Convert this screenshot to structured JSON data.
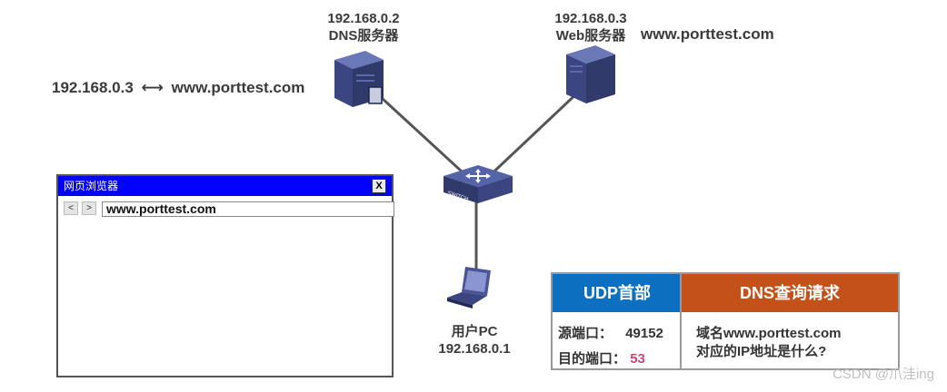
{
  "dns_server": {
    "ip": "192.168.0.2",
    "name": "DNS服务器"
  },
  "web_server": {
    "ip": "192.168.0.3",
    "name": "Web服务器",
    "domain": "www.porttest.com"
  },
  "dns_mapping": {
    "ip": "192.168.0.3",
    "arrow": "⟷",
    "domain": "www.porttest.com"
  },
  "switch": {
    "label": "SWITCH"
  },
  "pc": {
    "name": "用户PC",
    "ip": "192.168.0.1"
  },
  "browser": {
    "title": "网页浏览器",
    "close_label": "X",
    "back_label": "<",
    "forward_label": ">",
    "url": "www.porttest.com"
  },
  "packet": {
    "udp_header": "UDP首部",
    "dns_header": "DNS查询请求",
    "src_port_label": "源端口：",
    "src_port": "49152",
    "dst_port_label": "目的端口：",
    "dst_port": "53",
    "query_line1": "域名www.porttest.com",
    "query_line2": "对应的IP地址是什么?"
  },
  "watermark": "CSDN @爪洼ing",
  "colors": {
    "udp_header_bg": "#0d6fc0",
    "dns_header_bg": "#c4501a",
    "browser_titlebar": "#0000ff",
    "port_highlight": "#d2417a",
    "device_body": "#2f3a6b"
  }
}
